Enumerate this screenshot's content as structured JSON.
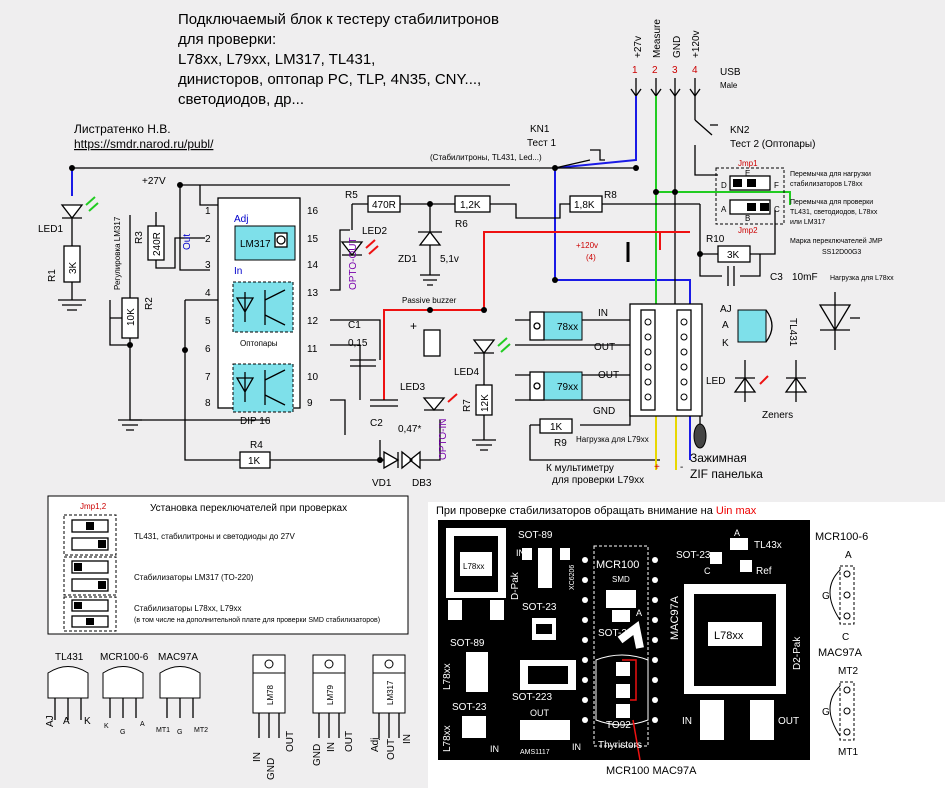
{
  "title_lines": [
    "Подключаемый блок к тестеру стабилитронов",
    "для проверки:",
    "L78xx, L79xx, LM317, TL431,",
    "динисторов, оптопар PC, TLP, 4N35, CNY...,",
    "светодиодов, др..."
  ],
  "author": "Листратенко Н.В.",
  "url": "https://smdr.narod.ru/publ/",
  "connector": {
    "pin_labels": [
      "+27v",
      "Measure",
      "GND",
      "+120v"
    ],
    "pin_numbers": [
      "1",
      "2",
      "3",
      "4"
    ],
    "usb_label": "USB",
    "usb_sub": "Male"
  },
  "kn1": {
    "name": "KN1",
    "line1": "Тест 1",
    "line2": "(Стабилитроны, TL431, Led...)"
  },
  "kn2": {
    "name": "KN2",
    "line1": "Тест 2  (Оптопары)"
  },
  "jumper_notes": {
    "jmp1": "Jmp1",
    "jmp2": "Jmp2",
    "note1a": "Перемычка для нагрузки",
    "note1b": "стабилизаторов L78xx",
    "note2a": "Перемычка для проверки",
    "note2b": "TL431, светодиодов, L78xx",
    "note2c": "или LM317",
    "note3a": "Марка переключателей JMP",
    "note3b": "SS12D00G3"
  },
  "labels": {
    "plus27": "+27V",
    "led1": "LED1",
    "r1": "R1",
    "r1v": "3K",
    "reg_lm317": "Регулировка LM317",
    "r2": "R2",
    "r2v": "10K",
    "r3": "R3",
    "r3v": "240R",
    "out": "Out",
    "adj": "Adj",
    "in": "In",
    "lm317": "LM317",
    "optopairs": "Оптопары",
    "dip16": "DIP 16",
    "r4": "R4",
    "r4v": "1K",
    "r5": "R5",
    "r5v": "470R",
    "r6": "R6",
    "r6v": "1,2K",
    "r8": "R8",
    "r8v": "1,8K",
    "r10": "R10",
    "r10v": "3K",
    "c3": "C3",
    "c3v": "10mF",
    "c3note": "Нагрузка для L78xx",
    "led2": "LED2",
    "optoout": "OPTO-OUT",
    "zd1": "ZD1",
    "zd1v": "5,1v",
    "buzzer": "Passive buzzer",
    "c1": "C1",
    "c1v": "0,15",
    "c2": "C2",
    "c2v": "0,47*",
    "led3": "LED3",
    "led4": "LED4",
    "optoin": "OPTO-IN",
    "r7": "R7",
    "r7v": "12K",
    "vd1": "VD1",
    "db3": "DB3",
    "plus120": "+120v",
    "plus120sub": "(4)",
    "ic78": "78xx",
    "ic79": "79xx",
    "in_label": "IN",
    "out_label": "OUT",
    "gnd_label": "GND",
    "r9": "R9",
    "r9v": "1K",
    "r9note": "Нагрузка для L79xx",
    "multimeter1": "К мультиметру",
    "multimeter2": "для проверки L79xx",
    "zif1": "Зажимная",
    "zif2": "ZIF панелька",
    "led_label": "LED",
    "zeners": "Zeners",
    "tl431": "TL431",
    "aj": "AJ",
    "a": "A",
    "k": "K",
    "plus": "+",
    "minus": "-"
  },
  "switch_table": {
    "header_left": "Jmp1,2",
    "header_right": "Установка переключателей при проверках",
    "rows": [
      "TL431, стабилитроны и светодиоды до 27V",
      "Стабилизаторы LM317 (TO-220)",
      "Стабилизаторы L78xx, L79xx"
    ],
    "row3_sub": "(в том числе на дополнительной плате для проверки SMD стабилизаторов)"
  },
  "packages": {
    "to92": [
      {
        "name": "TL431",
        "pins": [
          "AJ",
          "A",
          "K"
        ]
      },
      {
        "name": "MCR100-6",
        "pins": [
          "K",
          "G",
          "A"
        ]
      },
      {
        "name": "MAC97A",
        "pins": [
          "MT1",
          "G",
          "MT2"
        ]
      }
    ],
    "to220": [
      {
        "name": "LM78",
        "pins": [
          "IN",
          "GND",
          "OUT"
        ]
      },
      {
        "name": "LM79",
        "pins": [
          "GND",
          "IN",
          "OUT"
        ]
      },
      {
        "name": "LM317",
        "pins": [
          "Adj",
          "OUT",
          "IN"
        ]
      }
    ]
  },
  "pcb": {
    "note_prefix": "При проверке стабилизаторов  обращать внимание на ",
    "note_highlight": "Uin max",
    "sot89": "SOT-89",
    "sot23": "SOT-23",
    "sot223": "SOT-223",
    "dpak": "D-Pak",
    "d2pak": "D2-Pak",
    "l78xx": "L78xx",
    "l78xx_big": "L78xx",
    "xc6206": "XC6206",
    "ams1117": "AMS1117",
    "mcr100": "MCR100",
    "smd": "SMD",
    "mac97a": "MAC97A",
    "to92": "TO92",
    "thyristors": "Thyristors",
    "tl43x": "TL43x",
    "ref": "Ref",
    "in": "IN",
    "out": "OUT",
    "a": "A",
    "c": "C",
    "g": "G",
    "mt1": "MT1",
    "mt2": "MT2",
    "mcr1006": "MCR100-6",
    "mac97a_side": "MAC97A",
    "bottom": "MCR100 MAC97A"
  }
}
